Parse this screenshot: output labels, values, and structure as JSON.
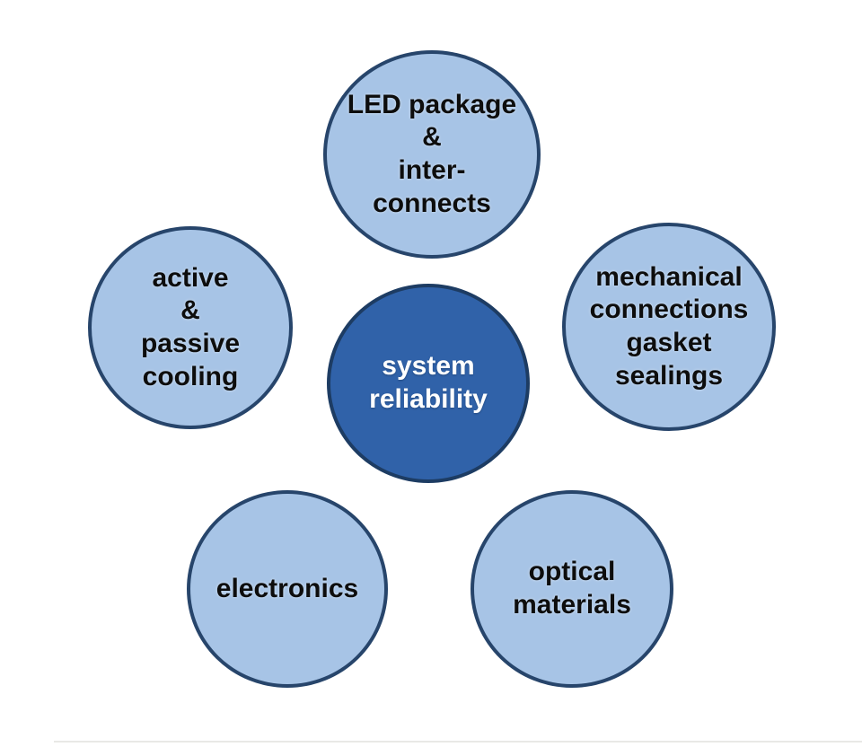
{
  "figure": {
    "type": "hub-and-spoke diagram",
    "topic": "LED system reliability factors",
    "center_node": {
      "id": "system-reliability",
      "label": "system\nreliability"
    },
    "satellite_nodes": [
      {
        "id": "led-package-interconnects",
        "position": "top",
        "label": "LED package\n&\ninter-\nconnects"
      },
      {
        "id": "active-passive-cooling",
        "position": "left",
        "label": "active\n&\npassive\ncooling"
      },
      {
        "id": "mechanical-connections-gasket-sealings",
        "position": "right",
        "label": "mechanical\nconnections\ngasket\nsealings"
      },
      {
        "id": "electronics",
        "position": "bottom-left",
        "label": "electronics"
      },
      {
        "id": "optical-materials",
        "position": "bottom-right",
        "label": "optical\nmaterials"
      }
    ],
    "colors": {
      "background": "#ffffff",
      "satellite_fill": "#a7c4e6",
      "satellite_border": "#27456b",
      "satellite_text": "#0d0d0d",
      "center_fill": "#3062a9",
      "center_border": "#1d3c63",
      "center_text": "#ffffff",
      "bottom_hairline": "#e9e9e6"
    }
  }
}
